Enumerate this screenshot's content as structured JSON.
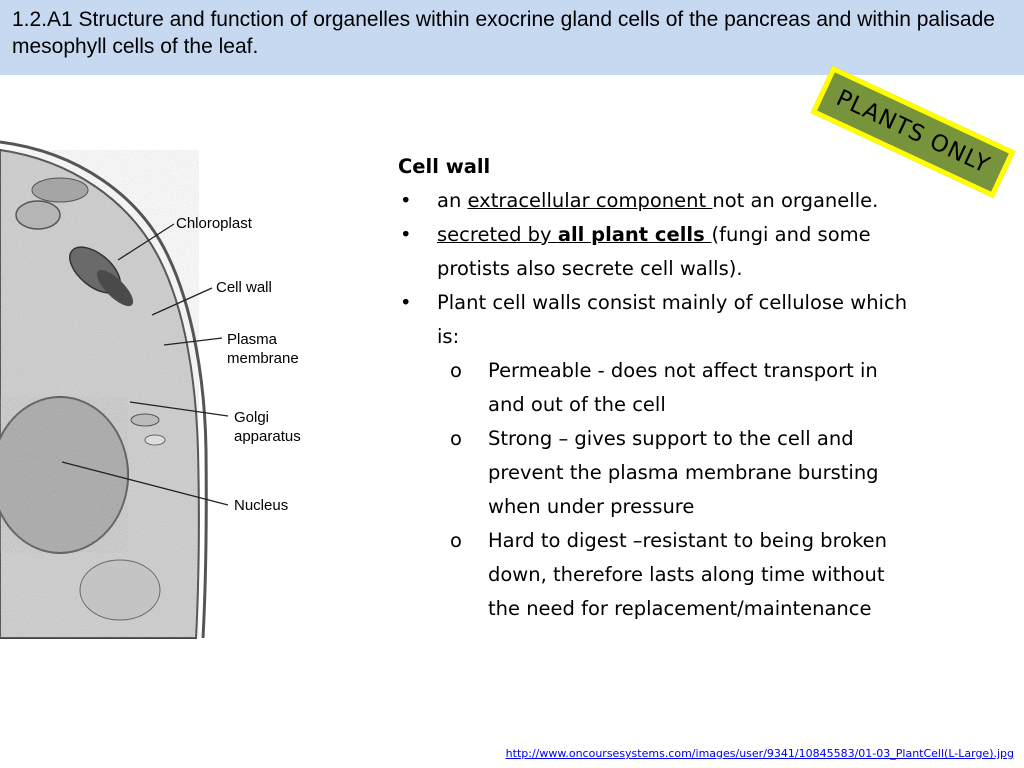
{
  "header": {
    "title": "1.2.A1 Structure and function of organelles within exocrine gland cells of the pancreas and within palisade mesophyll cells of the leaf."
  },
  "badge": {
    "text": "PLANTS ONLY"
  },
  "figure": {
    "labels": {
      "chloroplast": "Chloroplast",
      "cell_wall": "Cell wall",
      "plasma_1": "Plasma",
      "plasma_2": "membrane",
      "golgi_1": "Golgi",
      "golgi_2": "apparatus",
      "nucleus": "Nucleus"
    }
  },
  "content": {
    "heading": "Cell wall",
    "bullet_mark": "•",
    "sub_mark": "o",
    "b1": {
      "pre": "an ",
      "underlined": "extracellular component ",
      "post": "not an organelle."
    },
    "b2": {
      "underlined": "secreted by ",
      "underlined_bold": "all plant cells ",
      "line1_post": "(fungi and some",
      "line2": "protists also secrete cell walls)."
    },
    "b3": {
      "line1": "Plant cell walls consist mainly of cellulose which",
      "line2": "is:"
    },
    "s1": {
      "line1": "Permeable - does not affect transport in",
      "line2": "and out of the cell"
    },
    "s2": {
      "line1": "Strong – gives support to the cell and",
      "line2": "prevent the plasma membrane bursting",
      "line3": "when under pressure"
    },
    "s3": {
      "line1": "Hard to digest –resistant to being broken",
      "line2": "down, therefore lasts along time without",
      "line3": "the need for replacement/maintenance"
    }
  },
  "source": {
    "url": "http://www.oncoursesystems.com/images/user/9341/10845583/01-03_PlantCell(L-Large).jpg"
  }
}
